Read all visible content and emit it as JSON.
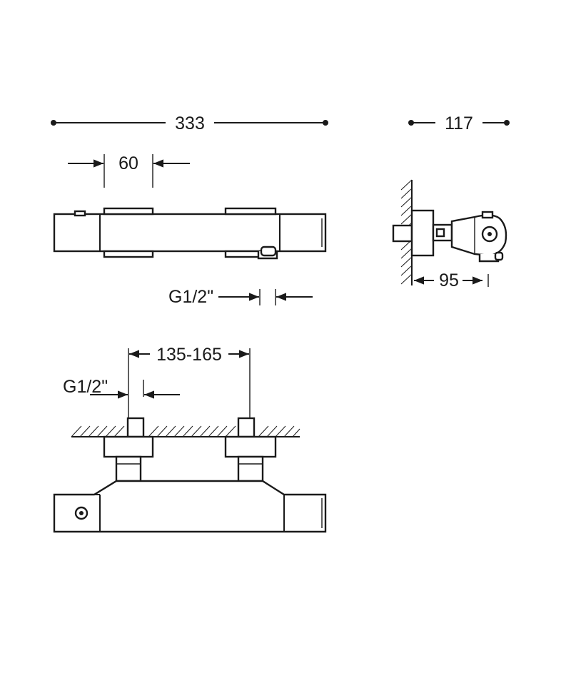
{
  "dimensions": {
    "overall_length": "333",
    "depth": "117",
    "handle_width": "60",
    "wall_offset": "95",
    "center_distance": "135-165",
    "outlet_thread": "G1/2\"",
    "inlet_thread": "G1/2\""
  },
  "views": [
    "top-view",
    "side-view",
    "front-view"
  ]
}
